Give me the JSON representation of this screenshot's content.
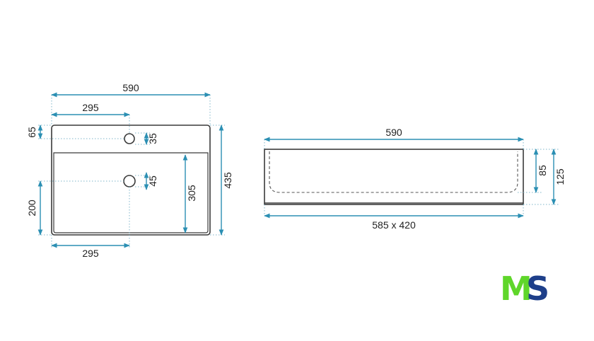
{
  "top_view": {
    "overall_width": "590",
    "tap_hole_offset_top": "295",
    "tap_hole_offset_bottom": "295",
    "back_edge_to_tap": "65",
    "tap_hole_diameter": "35",
    "overflow_hole_diameter": "45",
    "front_to_overflow": "200",
    "bowl_depth": "305",
    "overall_depth": "435"
  },
  "side_view": {
    "overall_width": "590",
    "inner_height": "85",
    "overall_height": "125",
    "bowl_size": "585 x 420"
  },
  "logo": {
    "text": "MS",
    "m_color": "#5fd62a",
    "s_color": "#1e3f8a"
  },
  "colors": {
    "dimension": "#2b8fb3",
    "outline": "#3a3a3a"
  }
}
